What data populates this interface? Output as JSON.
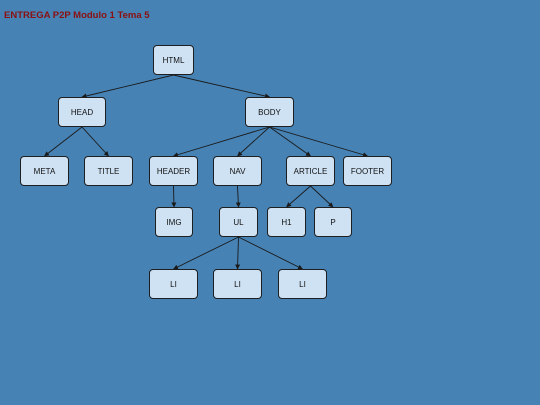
{
  "title": "ENTREGA P2P Modulo 1 Tema 5",
  "colors": {
    "background": "#4682b4",
    "title": "#8b1010",
    "node_fill": "#cfe2f3",
    "node_border": "#1f1f1f",
    "edge": "#1a1a1a"
  },
  "nodes": {
    "html": "HTML",
    "head": "HEAD",
    "body": "BODY",
    "meta": "META",
    "title": "TITLE",
    "header": "HEADER",
    "nav": "NAV",
    "article": "ARTICLE",
    "footer": "FOOTER",
    "img": "IMG",
    "ul": "UL",
    "h1": "H1",
    "p": "P",
    "li1": "LI",
    "li2": "LI",
    "li3": "LI"
  },
  "edges": [
    [
      "html",
      "head"
    ],
    [
      "html",
      "body"
    ],
    [
      "head",
      "meta"
    ],
    [
      "head",
      "title"
    ],
    [
      "body",
      "header"
    ],
    [
      "body",
      "nav"
    ],
    [
      "body",
      "article"
    ],
    [
      "body",
      "footer"
    ],
    [
      "header",
      "img"
    ],
    [
      "nav",
      "ul"
    ],
    [
      "article",
      "h1"
    ],
    [
      "article",
      "p"
    ],
    [
      "ul",
      "li1"
    ],
    [
      "ul",
      "li2"
    ],
    [
      "ul",
      "li3"
    ]
  ]
}
